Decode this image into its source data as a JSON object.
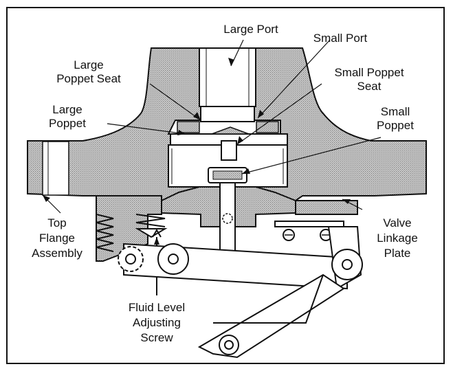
{
  "labels": {
    "large_port": "Large Port",
    "small_port": "Small Port",
    "large_poppet_seat_1": "Large",
    "large_poppet_seat_2": "Poppet Seat",
    "small_poppet_seat_1": "Small Poppet",
    "small_poppet_seat_2": "Seat",
    "large_poppet_1": "Large",
    "large_poppet_2": "Poppet",
    "small_poppet_1": "Small",
    "small_poppet_2": "Poppet",
    "top_flange_1": "Top",
    "top_flange_2": "Flange",
    "top_flange_3": "Assembly",
    "valve_linkage_1": "Valve",
    "valve_linkage_2": "Linkage",
    "valve_linkage_3": "Plate",
    "fluid_level_1": "Fluid Level",
    "fluid_level_2": "Adjusting",
    "fluid_level_3": "Screw"
  },
  "colors": {
    "stipple": "#b5b5b5",
    "line": "#111111"
  }
}
